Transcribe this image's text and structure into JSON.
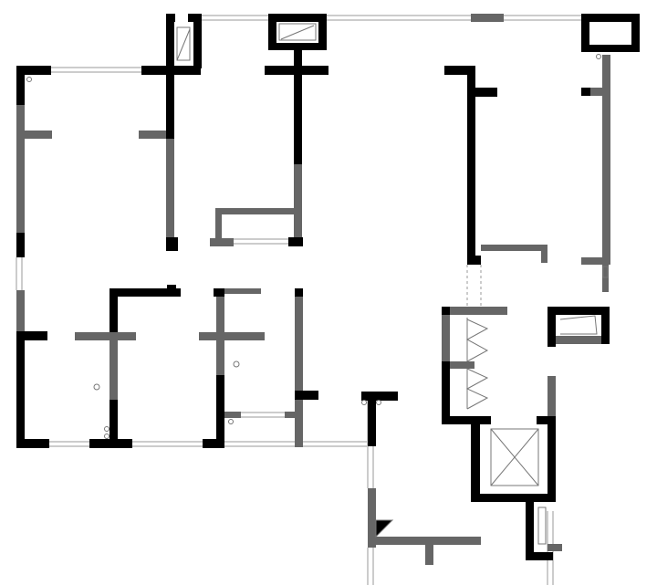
{
  "plan": {
    "colors": {
      "background": "#ffffff",
      "structural_wall": "#000000",
      "partition_wall": "#666666",
      "window_line": "#999999",
      "fixture_line": "#777777"
    },
    "icons": [
      "floor-plan",
      "window",
      "door-swing",
      "elevator-shaft",
      "closet-doors",
      "fixture-symbol"
    ]
  }
}
